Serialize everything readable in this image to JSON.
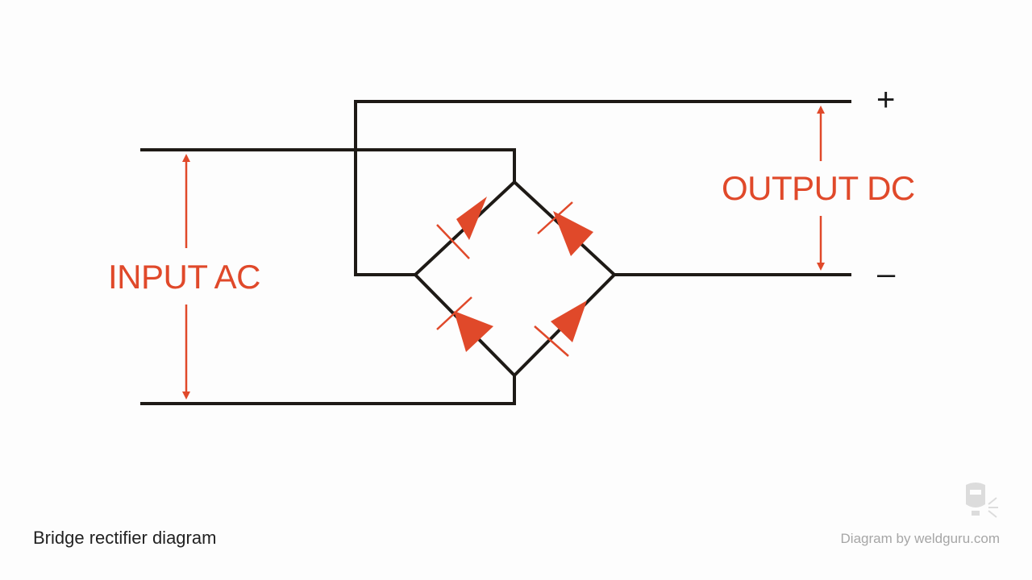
{
  "diagram": {
    "input_label": "INPUT AC",
    "output_label": "OUTPUT DC",
    "plus_sign": "+",
    "minus_sign": "–",
    "caption": "Bridge rectifier diagram",
    "credit": "Diagram by weldguru.com",
    "logo_icon": "welding-helmet-icon"
  },
  "colors": {
    "wire": "#1e1a16",
    "accent": "#e0492a",
    "background": "#fdfdfd",
    "caption": "#222222",
    "credit": "#a6a6a6"
  }
}
